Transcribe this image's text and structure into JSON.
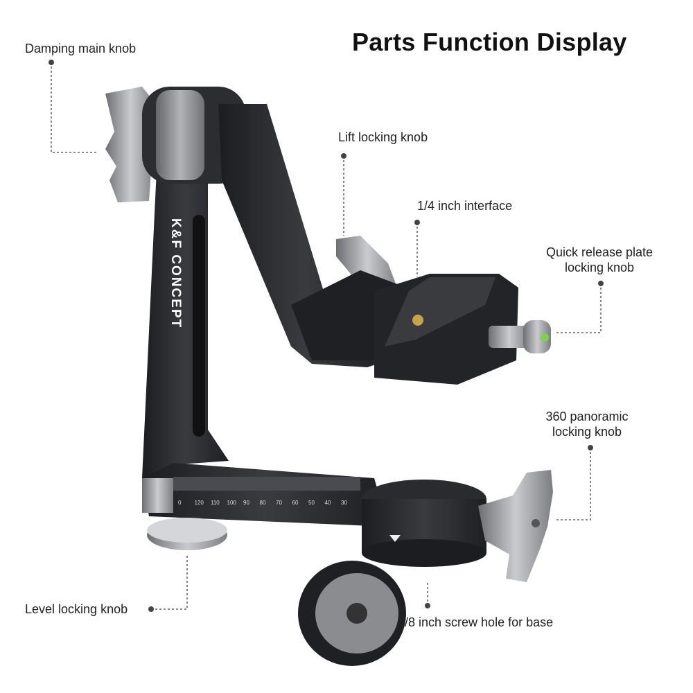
{
  "title": "Parts Function Display",
  "brand": "K&F CONCEPT",
  "labels": {
    "damping": "Damping main knob",
    "lift": "Lift locking knob",
    "interface": "1/4 inch interface",
    "qr_line1": "Quick release plate",
    "qr_line2": "locking knob",
    "pano_line1": "360 panoramic",
    "pano_line2": "locking knob",
    "level": "Level locking knob",
    "screw": "3/8 inch screw hole for base"
  },
  "scale_numbers": [
    "0",
    "120",
    "110",
    "100",
    "90",
    "80",
    "70",
    "60",
    "50",
    "40",
    "30"
  ],
  "colors": {
    "body": "#232428",
    "metal": "#9a9ca0",
    "leader": "#444444"
  }
}
